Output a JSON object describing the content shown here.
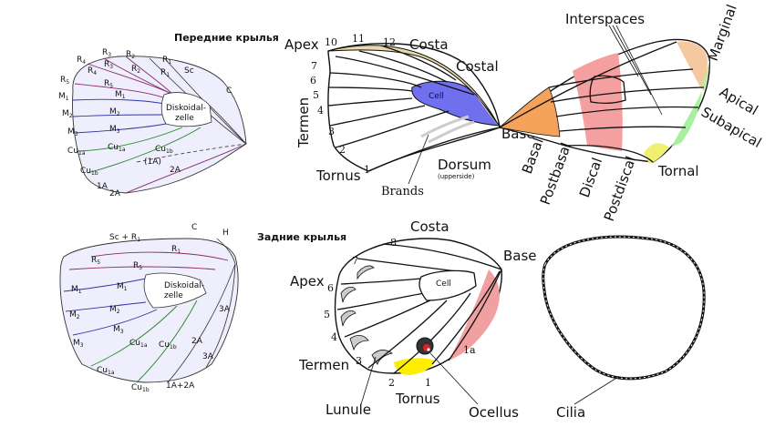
{
  "headings": {
    "forewings": "Передние крылья",
    "hindwings": "Задние крылья"
  },
  "fore_veins": {
    "R4": "R",
    "R4s": "4",
    "R3": "R",
    "R3s": "3",
    "R2": "R",
    "R2s": "2",
    "R1": "R",
    "R1s": "1",
    "R3b": "R",
    "R3bs": "3",
    "R4b": "R",
    "R4bs": "4",
    "R2b": "R",
    "R2bs": "2",
    "R1b": "R",
    "R1bs": "1",
    "Sc": "Sc",
    "C": "C",
    "R5": "R",
    "R5s": "5",
    "R5b": "R",
    "R5bs": "5",
    "M1": "M",
    "M1s": "1",
    "M1b": "M",
    "M1bs": "1",
    "M2": "M",
    "M2s": "2",
    "M2b": "M",
    "M2bs": "2",
    "M3": "M",
    "M3s": "3",
    "M3b": "M",
    "M3bs": "3",
    "Cu1a": "Cu",
    "Cu1as": "1a",
    "Cu1ab": "Cu",
    "Cu1abs": "1a",
    "Cu1b": "Cu",
    "Cu1bs": "1b",
    "Cu1bb": "Cu",
    "Cu1bbs": "1b",
    "A1": "(1A)",
    "A2": "2A",
    "A1b": "1A",
    "A2b": "2A",
    "diskoidal1": "Diskoidal-",
    "diskoidal2": "zelle"
  },
  "hind_veins": {
    "C": "C",
    "H": "H",
    "ScR1": "Sc + R",
    "ScR1s": "1",
    "R1": "R",
    "R1s": "1",
    "R5": "R",
    "R5s": "5",
    "R5b": "R",
    "R5bs": "5",
    "M1": "M",
    "M1s": "1",
    "M1b": "M",
    "M1bs": "1",
    "M2": "M",
    "M2s": "2",
    "M2b": "M",
    "M2bs": "2",
    "M3": "M",
    "M3s": "3",
    "M3b": "M",
    "M3bs": "3",
    "Cu1a": "Cu",
    "Cu1as": "1a",
    "Cu1ab": "Cu",
    "Cu1abs": "1a",
    "Cu1b": "Cu",
    "Cu1bs": "1b",
    "Cu1bb": "Cu",
    "Cu1bbs": "1b",
    "A3": "3A",
    "A3b": "3A",
    "A2": "2A",
    "A12": "1A+2A",
    "diskoidal1": "Diskoidal-",
    "diskoidal2": "zelle"
  },
  "forewing_parts": {
    "apex": "Apex",
    "costa": "Costa",
    "costal": "Costal",
    "termen": "Termen",
    "cell": "Cell",
    "base": "Base",
    "tornus": "Tornus",
    "dorsum": "Dorsum",
    "upperside": "(upperside)",
    "brands": "Brands",
    "n10": "10",
    "n11": "11",
    "n12": "12",
    "n7": "7",
    "n6": "6",
    "n5": "5",
    "n4": "4",
    "n3": "3",
    "n2": "2",
    "n1": "1"
  },
  "regions": {
    "interspaces": "Interspaces",
    "marginal": "Marginal",
    "apical": "Apical",
    "subapical": "Subapical",
    "basal": "Basal",
    "postbasal": "Postbasal",
    "discal": "Discal",
    "postdiscal": "Postdiscal",
    "tornal": "Tornal"
  },
  "hindwing_parts": {
    "costa": "Costa",
    "base": "Base",
    "apex": "Apex",
    "cell": "Cell",
    "termen": "Termen",
    "tornus": "Tornus",
    "lunule": "Lunule",
    "ocellus": "Ocellus",
    "cilia": "Cilia",
    "n8": "8",
    "n7": "7",
    "n6": "6",
    "n5": "5",
    "n4": "4",
    "n3": "3",
    "n2": "2",
    "n1": "1",
    "n1a": "1a"
  },
  "colors": {
    "wing_fill": "#eeeefc",
    "costa_band": "#e8d9a8",
    "cell_blue": "#7070ee",
    "basal": "#f5a25a",
    "discal": "#f4a0a0",
    "marginal": "#f5c8a0",
    "apical": "#c8e6a0",
    "subapical": "#a8f0a0",
    "tornal": "#f0f070",
    "yellow": "#ffee00",
    "pink": "#f0a0a0",
    "vein_purple": "#8a2a6a",
    "vein_blue": "#3333aa",
    "vein_green": "#228822"
  }
}
